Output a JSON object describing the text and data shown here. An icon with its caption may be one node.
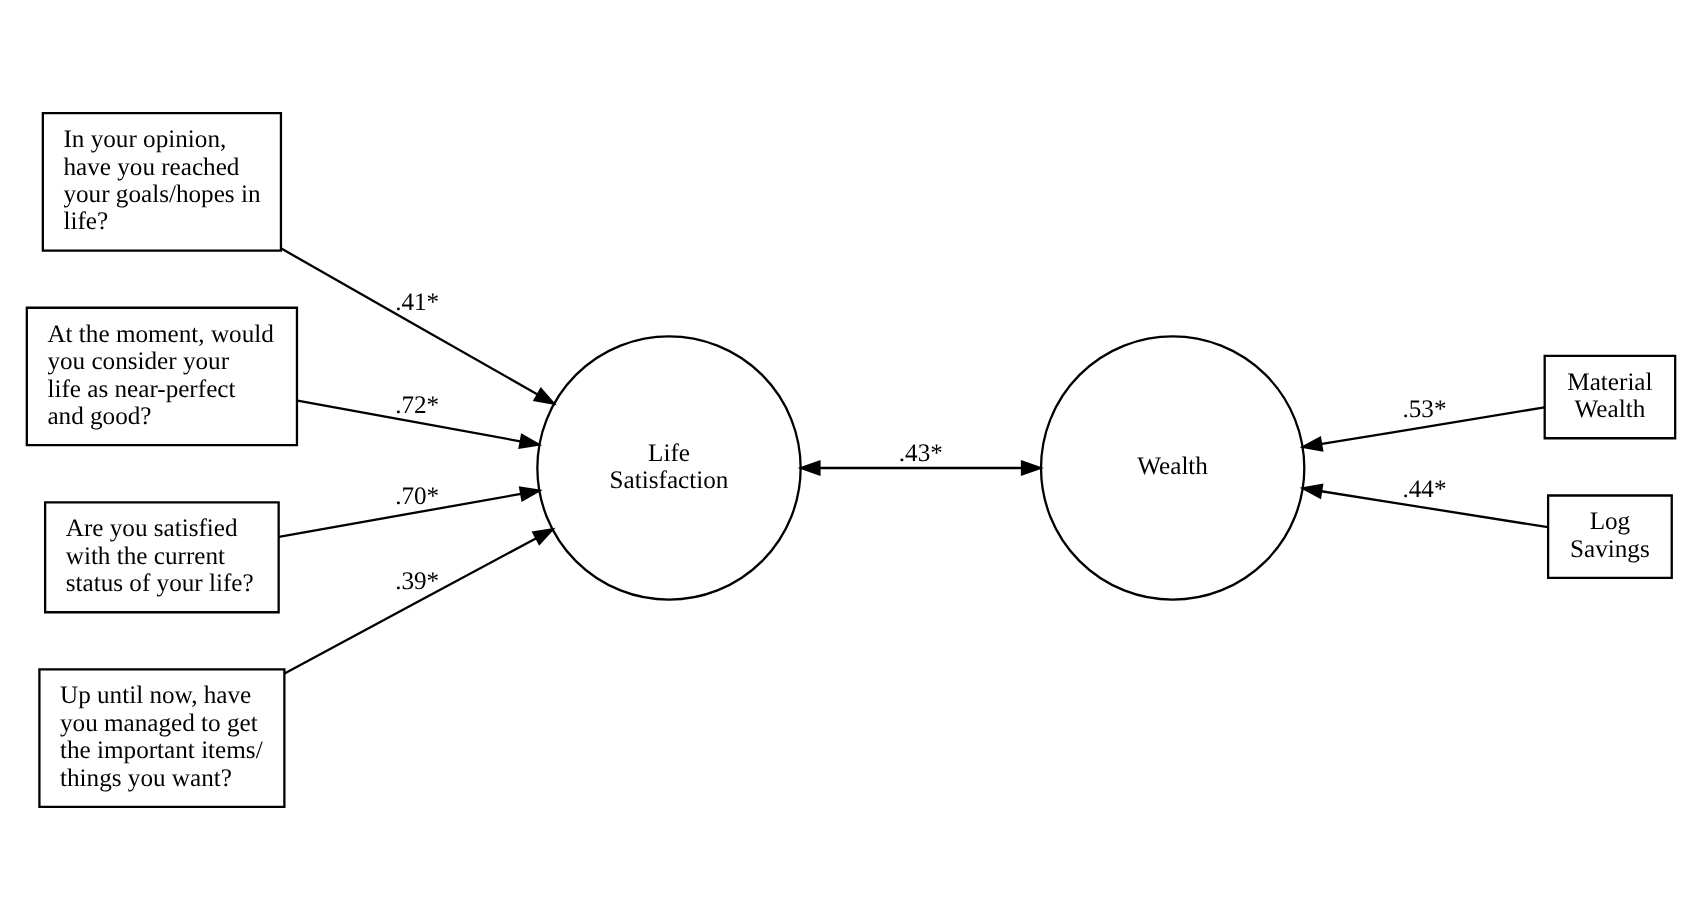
{
  "diagram": {
    "nodes": [
      {
        "text": [
          "In your opinion, have you reached your goals/hopes in life?"
        ]
      },
      {
        "text": [
          "At the moment, would you consider your life as near-perfect and good?"
        ]
      },
      {
        "text": [
          "Are you satisfied with the current status of your life?"
        ]
      },
      {
        "text": [
          "Up until now, have you managed to get the important items/ things you want?"
        ]
      },
      {
        "text": [
          "Life Satisfaction"
        ]
      },
      {
        "text": [
          "Wealth"
        ]
      },
      {
        "text": [
          "Material Wealth"
        ]
      },
      {
        "text": [
          "Log Savings"
        ]
      }
    ],
    "edges": [
      {
        "from": 0,
        "to": 4,
        "arrow": "to",
        "label": ".41*"
      },
      {
        "from": 1,
        "to": 4,
        "arrow": "to",
        "label": ".72*"
      },
      {
        "from": 2,
        "to": 4,
        "arrow": "to",
        "label": ".70*"
      },
      {
        "from": 3,
        "to": 4,
        "arrow": "to",
        "label": ".39*"
      },
      {
        "from": 4,
        "to": 5,
        "arrow": "both",
        "label": ".43*"
      },
      {
        "from": 6,
        "to": 5,
        "arrow": "to",
        "label": ".53*"
      },
      {
        "from": 7,
        "to": 5,
        "arrow": "to",
        "label": ".44*"
      }
    ]
  }
}
